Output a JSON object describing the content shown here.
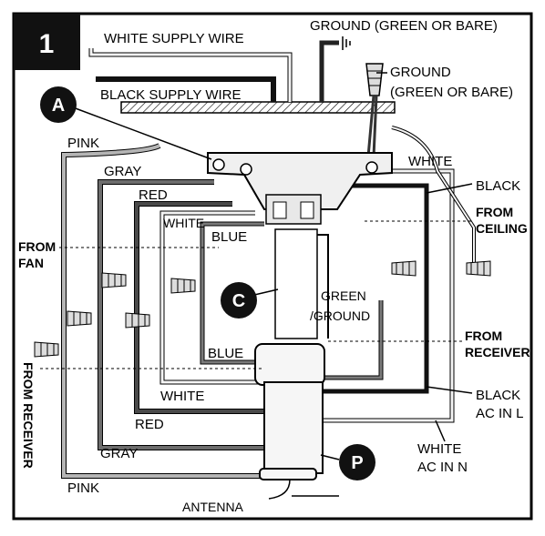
{
  "step_number": "1",
  "badges": {
    "a": "A",
    "c": "C",
    "p": "P"
  },
  "labels": {
    "white_supply": "WHITE SUPPLY WIRE",
    "ground_top": "GROUND (GREEN OR BARE)",
    "black_supply": "BLACK SUPPLY WIRE",
    "ground_right_1": "GROUND",
    "ground_right_2": "(GREEN OR BARE)",
    "pink_top": "PINK",
    "gray_top": "GRAY",
    "red_top": "RED",
    "white_inner": "WHITE",
    "blue_top": "BLUE",
    "white_right_top": "WHITE",
    "black_right": "BLACK",
    "from_ceiling_1": "FROM",
    "from_ceiling_2": "CEILING",
    "from_fan_1": "FROM",
    "from_fan_2": "FAN",
    "green_ground_1": "GREEN",
    "green_ground_2": "/GROUND",
    "from_receiver_right_1": "FROM",
    "from_receiver_right_2": "RECEIVER",
    "blue_bottom": "BLUE",
    "from_receiver_left": "FROM RECEIVER",
    "white_bottom": "WHITE",
    "black_ac_1": "BLACK",
    "black_ac_2": "AC IN L",
    "red_bottom": "RED",
    "white_ac_1": "WHITE",
    "white_ac_2": "AC IN N",
    "gray_bottom": "GRAY",
    "pink_bottom": "PINK",
    "antenna": "ANTENNA"
  },
  "colors": {
    "pink": "#b5b5b5",
    "gray": "#6d6d6d",
    "red": "#4a4a4a",
    "white_wire": "#f4f4f4",
    "blue": "#7a7a7a",
    "black_wire": "#111111",
    "badge": "#111111"
  }
}
